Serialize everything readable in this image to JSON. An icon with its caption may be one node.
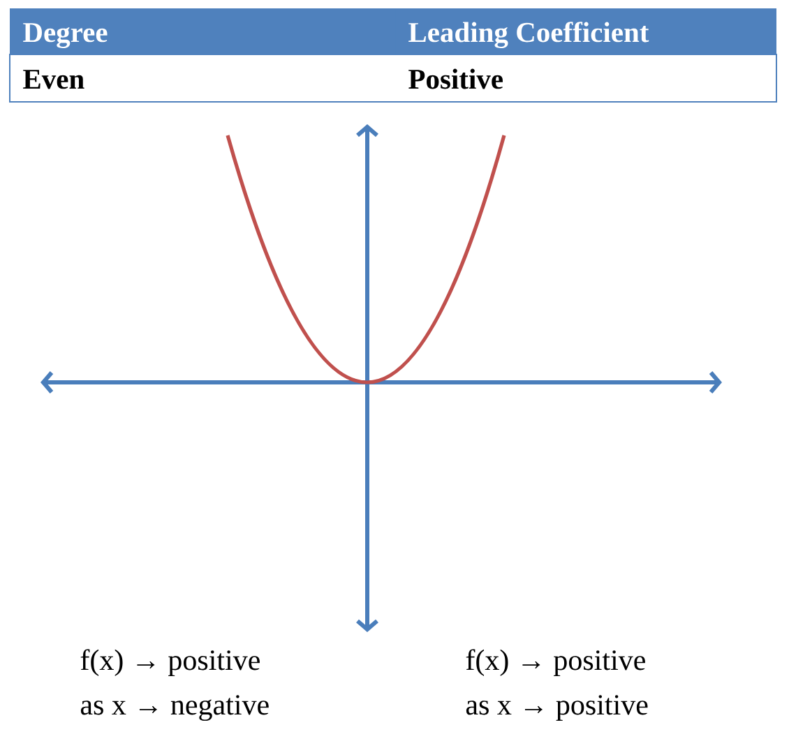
{
  "diagram": {
    "labels": [
      "Degree",
      "Leading Coefficient",
      "Even",
      "Positive",
      "f(x) → positive",
      "f(x) → positive",
      "as x → negative",
      "as x → positive"
    ]
  }
}
